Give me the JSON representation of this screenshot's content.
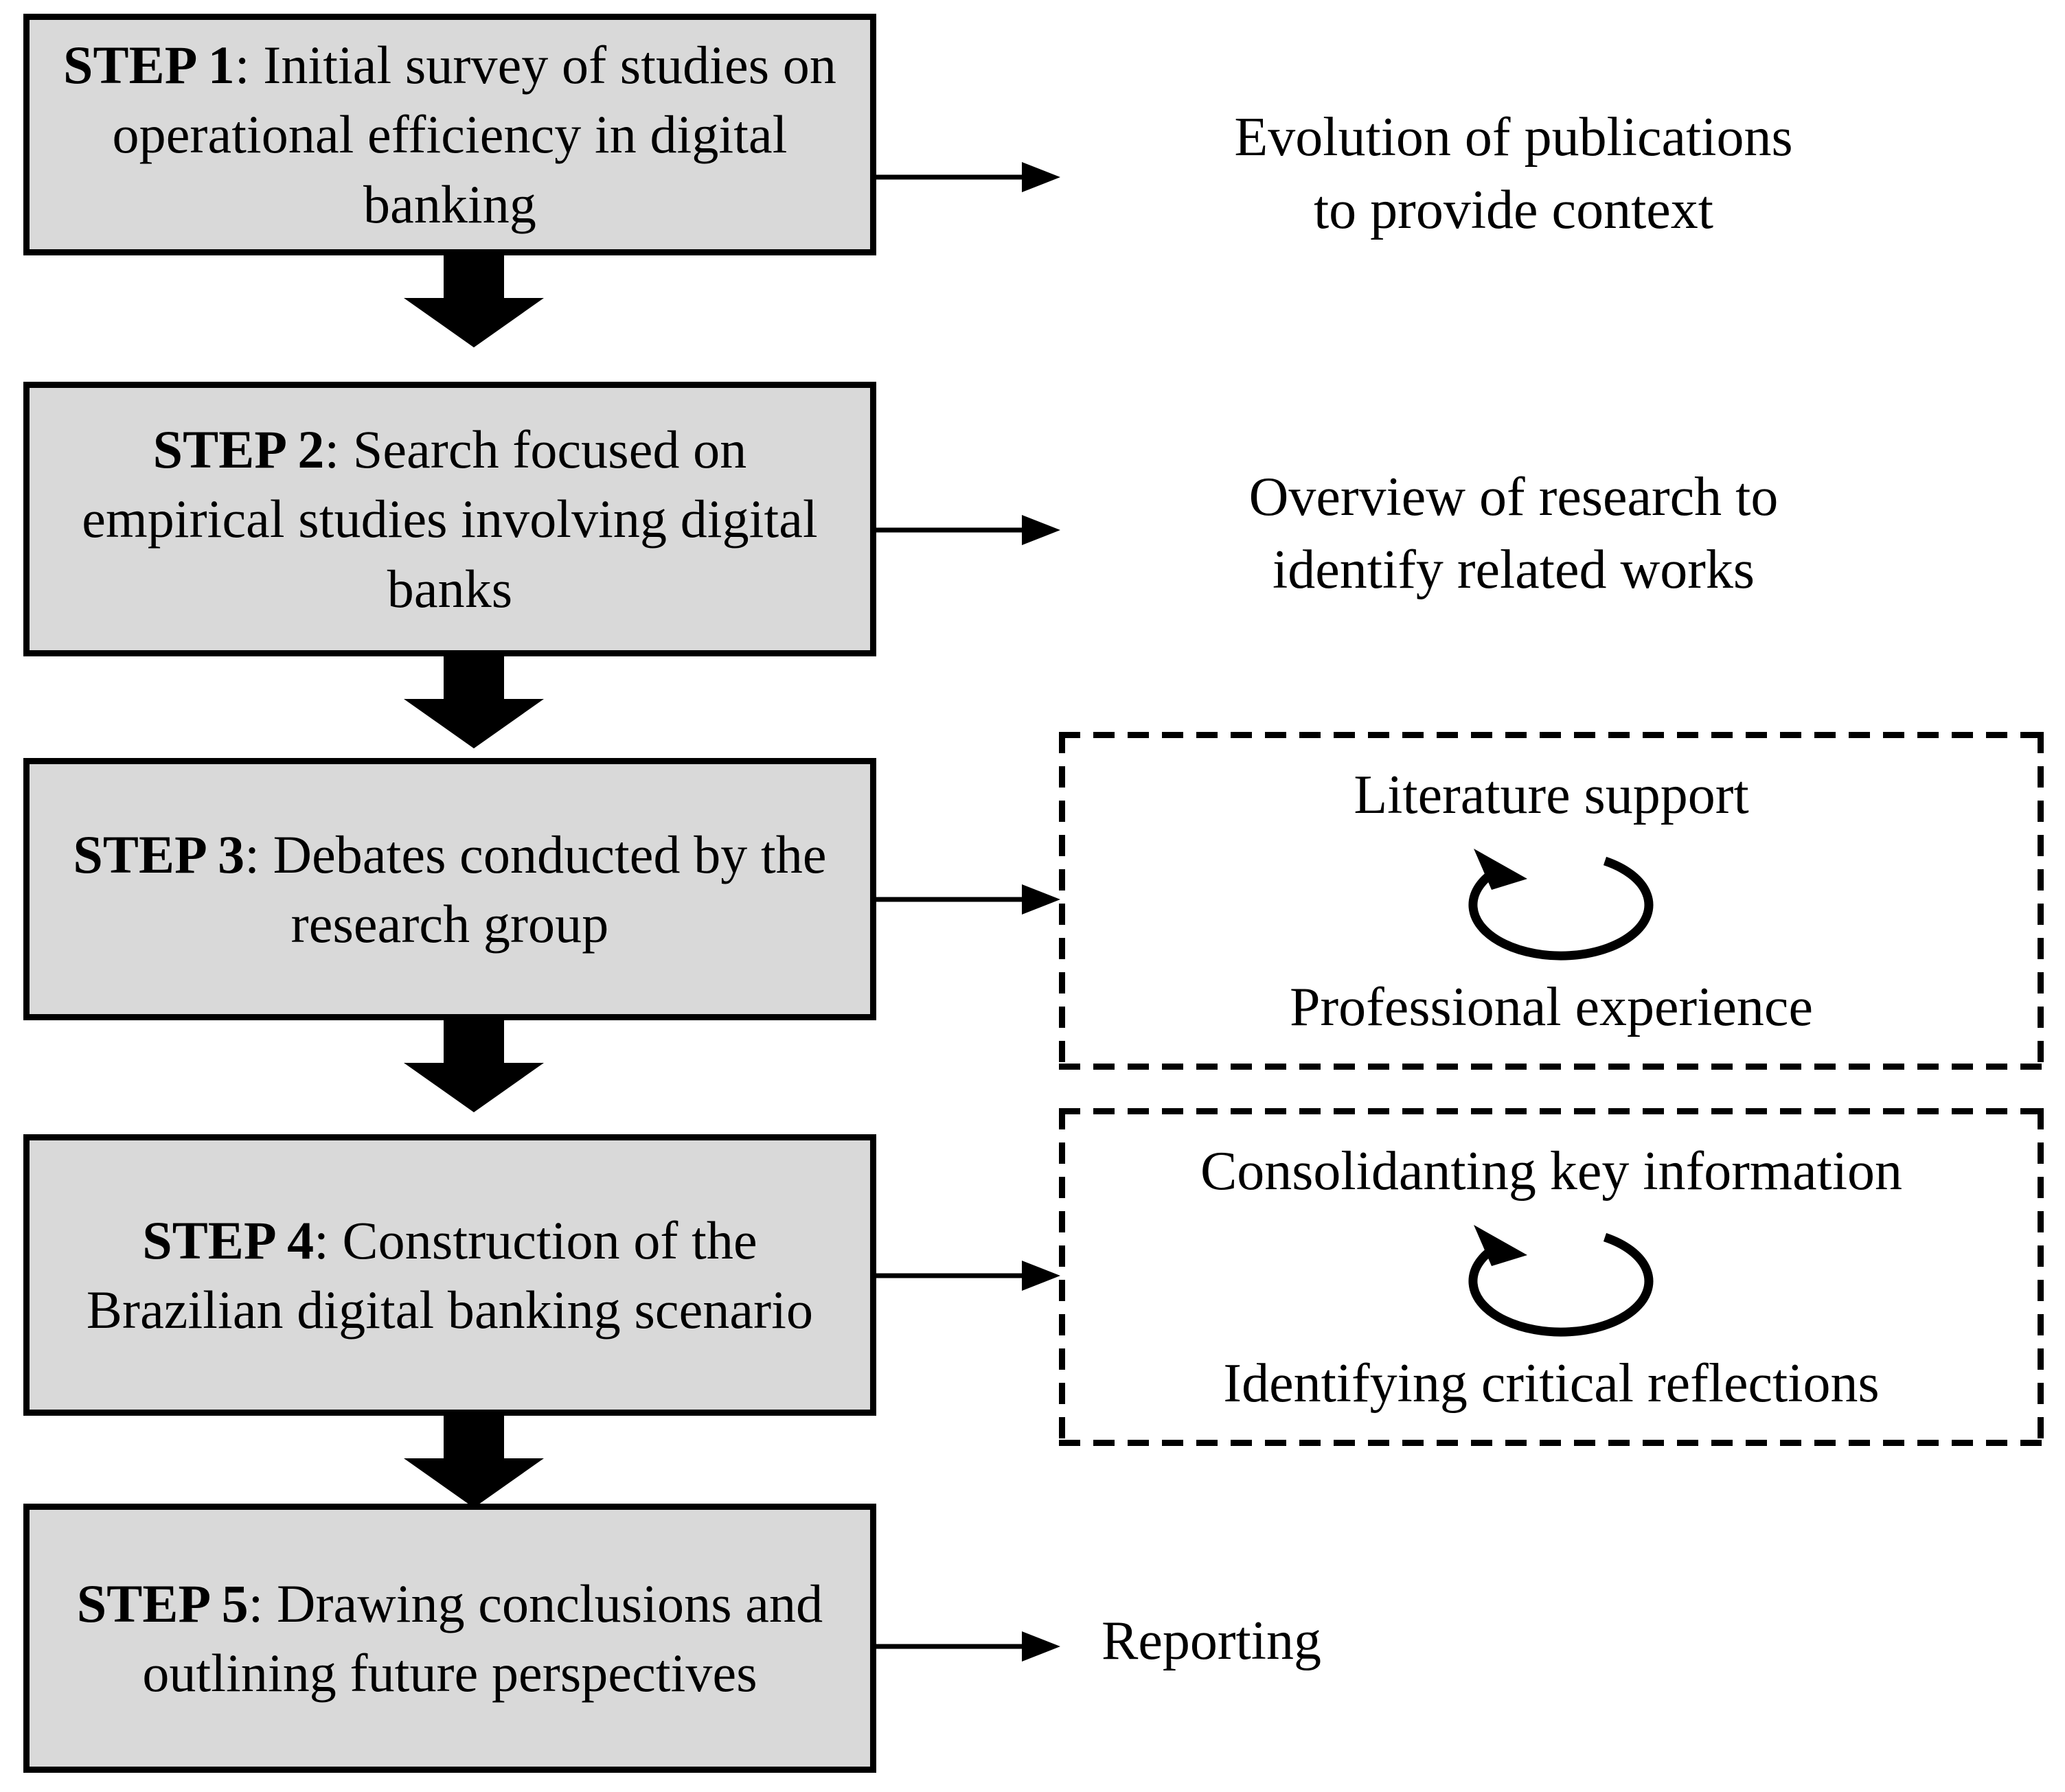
{
  "diagram": {
    "title": "Research methodology five-step flowchart",
    "colors": {
      "box_fill": "#d9d9d9",
      "box_border": "#000000",
      "text": "#000000",
      "background": "#ffffff"
    },
    "steps": [
      {
        "id": "step-1",
        "label": "STEP 1",
        "separator": ": ",
        "body": "Initial survey of studies on operational efficiency in digital banking"
      },
      {
        "id": "step-2",
        "label": "STEP 2",
        "separator": ": ",
        "body": "Search focused on empirical studies involving digital banks"
      },
      {
        "id": "step-3",
        "label": "STEP 3",
        "separator": ": ",
        "body": "Debates conducted by the research group"
      },
      {
        "id": "step-4",
        "label": "STEP 4",
        "separator": ": ",
        "body": "Construction of the Brazilian digital banking scenario"
      },
      {
        "id": "step-5",
        "label": "STEP 5",
        "separator": ": ",
        "body": "Drawing conclusions and outlining future perspectives"
      }
    ],
    "annotations": [
      {
        "id": "annotation-1",
        "line1": "Evolution of publications",
        "line2": "to provide context"
      },
      {
        "id": "annotation-2",
        "line1": "Overview of research to",
        "line2": "identify related works"
      },
      {
        "id": "annotation-5",
        "line1": "Reporting",
        "line2": ""
      }
    ],
    "dashed_boxes": [
      {
        "id": "dashed-box-1",
        "top_text": "Literature support",
        "loop_icon": "circular-loop-arrow",
        "bottom_text": "Professional experience"
      },
      {
        "id": "dashed-box-2",
        "top_text": "Consolidanting key information",
        "loop_icon": "circular-loop-arrow",
        "bottom_text": "Identifying critical reflections"
      }
    ],
    "connectors": {
      "down_arrow_icon": "thick-down-block-arrow",
      "side_arrow_icon": "right-arrow",
      "count_down_arrows": 4,
      "count_side_arrows": 5
    }
  }
}
